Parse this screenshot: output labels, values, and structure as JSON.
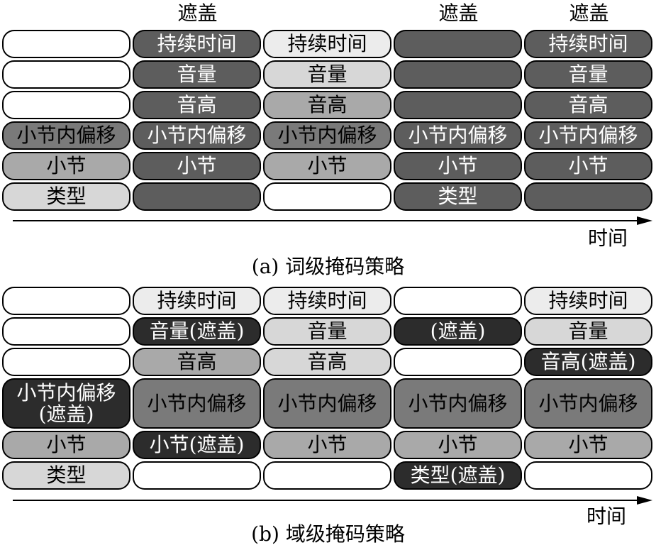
{
  "panel_a": {
    "caption": "(a) 词级掩码策略",
    "time_label": "时间",
    "mask_label": "遮盖",
    "columns": [
      {
        "masked": false,
        "cells": [
          {
            "text": "",
            "shade": "w"
          },
          {
            "text": "",
            "shade": "w"
          },
          {
            "text": "",
            "shade": "w"
          },
          {
            "text": "小节内偏移",
            "shade": "mo"
          },
          {
            "text": "小节",
            "shade": "m"
          },
          {
            "text": "类型",
            "shade": "l"
          }
        ]
      },
      {
        "masked": true,
        "cells": [
          {
            "text": "持续时间",
            "shade": "d"
          },
          {
            "text": "音量",
            "shade": "d"
          },
          {
            "text": "音高",
            "shade": "d"
          },
          {
            "text": "小节内偏移",
            "shade": "d"
          },
          {
            "text": "小节",
            "shade": "d"
          },
          {
            "text": "",
            "shade": "d"
          }
        ]
      },
      {
        "masked": false,
        "cells": [
          {
            "text": "持续时间",
            "shade": "vl"
          },
          {
            "text": "音量",
            "shade": "l"
          },
          {
            "text": "音高",
            "shade": "m"
          },
          {
            "text": "小节内偏移",
            "shade": "mo"
          },
          {
            "text": "小节",
            "shade": "m"
          },
          {
            "text": "",
            "shade": "w"
          }
        ]
      },
      {
        "masked": true,
        "cells": [
          {
            "text": "",
            "shade": "d"
          },
          {
            "text": "",
            "shade": "d"
          },
          {
            "text": "",
            "shade": "d"
          },
          {
            "text": "小节内偏移",
            "shade": "d"
          },
          {
            "text": "小节",
            "shade": "d"
          },
          {
            "text": "类型",
            "shade": "d"
          }
        ]
      },
      {
        "masked": true,
        "cells": [
          {
            "text": "持续时间",
            "shade": "d"
          },
          {
            "text": "音量",
            "shade": "d"
          },
          {
            "text": "音高",
            "shade": "d"
          },
          {
            "text": "小节内偏移",
            "shade": "d"
          },
          {
            "text": "小节",
            "shade": "d"
          },
          {
            "text": "",
            "shade": "d"
          }
        ]
      }
    ]
  },
  "panel_b": {
    "caption": "(b) 域级掩码策略",
    "time_label": "时间",
    "columns": [
      {
        "cells": [
          {
            "text": "",
            "shade": "w"
          },
          {
            "text": "",
            "shade": "w"
          },
          {
            "text": "",
            "shade": "w"
          },
          {
            "text": "小节内偏移\n(遮盖)",
            "shade": "k"
          },
          {
            "text": "小节",
            "shade": "m"
          },
          {
            "text": "类型",
            "shade": "l"
          }
        ]
      },
      {
        "cells": [
          {
            "text": "持续时间",
            "shade": "vl"
          },
          {
            "text": "音量(遮盖)",
            "shade": "k"
          },
          {
            "text": "音高",
            "shade": "m"
          },
          {
            "text": "小节内偏移",
            "shade": "mo"
          },
          {
            "text": "小节(遮盖)",
            "shade": "k"
          },
          {
            "text": "",
            "shade": "w"
          }
        ]
      },
      {
        "cells": [
          {
            "text": "持续时间",
            "shade": "vl"
          },
          {
            "text": "音量",
            "shade": "l"
          },
          {
            "text": "音高",
            "shade": "l"
          },
          {
            "text": "小节内偏移",
            "shade": "mo"
          },
          {
            "text": "小节",
            "shade": "m"
          },
          {
            "text": "",
            "shade": "w"
          }
        ]
      },
      {
        "cells": [
          {
            "text": "",
            "shade": "w"
          },
          {
            "text": "(遮盖)",
            "shade": "k"
          },
          {
            "text": "",
            "shade": "w"
          },
          {
            "text": "小节内偏移",
            "shade": "mo"
          },
          {
            "text": "小节",
            "shade": "m"
          },
          {
            "text": "类型(遮盖)",
            "shade": "k"
          }
        ]
      },
      {
        "cells": [
          {
            "text": "持续时间",
            "shade": "vl"
          },
          {
            "text": "音量",
            "shade": "l"
          },
          {
            "text": "音高(遮盖)",
            "shade": "k"
          },
          {
            "text": "小节内偏移",
            "shade": "mo"
          },
          {
            "text": "小节",
            "shade": "m"
          },
          {
            "text": "",
            "shade": "w"
          }
        ]
      }
    ]
  },
  "colors": {
    "white": "#ffffff",
    "very_light_gray": "#ececec",
    "light_gray": "#d7d7d7",
    "mid_gray": "#a9a9a9",
    "medium_dark_gray": "#7a7a7a",
    "dark_gray": "#5d5d5d",
    "near_black": "#2c2c2c"
  }
}
